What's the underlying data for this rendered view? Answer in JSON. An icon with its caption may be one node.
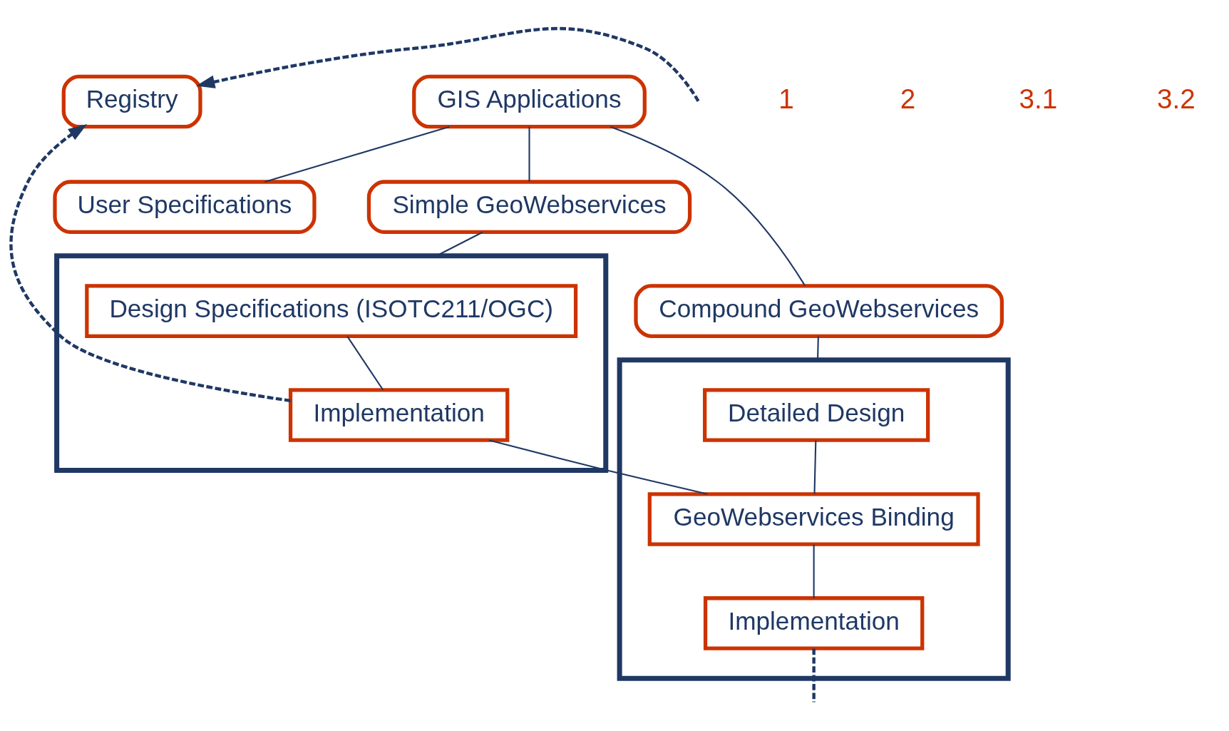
{
  "diagram": {
    "nodes": [
      {
        "text": [
          "Registry"
        ]
      },
      {
        "text": [
          "GIS Applications"
        ]
      },
      {
        "text": [
          "User Specifications"
        ]
      },
      {
        "text": [
          "Simple GeoWebservices"
        ]
      },
      {
        "text": [
          "Compound GeoWebservices"
        ]
      },
      {
        "text": [],
        "shape": "box"
      },
      {
        "text": [
          "Design Specifications (ISOTC211/OGC)"
        ],
        "in": 5
      },
      {
        "text": [
          "Implementation"
        ],
        "in": 5
      },
      {
        "text": [],
        "shape": "box"
      },
      {
        "text": [
          "Detailed Design"
        ],
        "in": 8
      },
      {
        "text": [
          "GeoWebservices Binding"
        ],
        "in": 8
      },
      {
        "text": [
          "Implementation"
        ],
        "in": 8
      }
    ],
    "edges": [
      {
        "from": 1,
        "to": 2,
        "arrow": "none"
      },
      {
        "from": 1,
        "to": 3,
        "arrow": "none"
      },
      {
        "from": 1,
        "to": 4,
        "arrow": "none"
      },
      {
        "from": 3,
        "to": 5,
        "arrow": "none"
      },
      {
        "from": 4,
        "to": 8,
        "arrow": "none"
      },
      {
        "from": 6,
        "to": 7,
        "arrow": "none"
      },
      {
        "from": 9,
        "to": 10,
        "arrow": "none"
      },
      {
        "from": 10,
        "to": 11,
        "arrow": "none"
      },
      {
        "from": 7,
        "to": 10,
        "arrow": "none"
      },
      {
        "from": 7,
        "to": 0,
        "arrow": "to",
        "style": "dashed"
      },
      {
        "from": null,
        "to": 0,
        "arrow": "to",
        "style": "dashed"
      },
      {
        "from": 11,
        "to": null,
        "arrow": "none",
        "style": "dashed"
      }
    ],
    "labels": [
      "1",
      "2",
      "3.1",
      "3.2"
    ]
  }
}
